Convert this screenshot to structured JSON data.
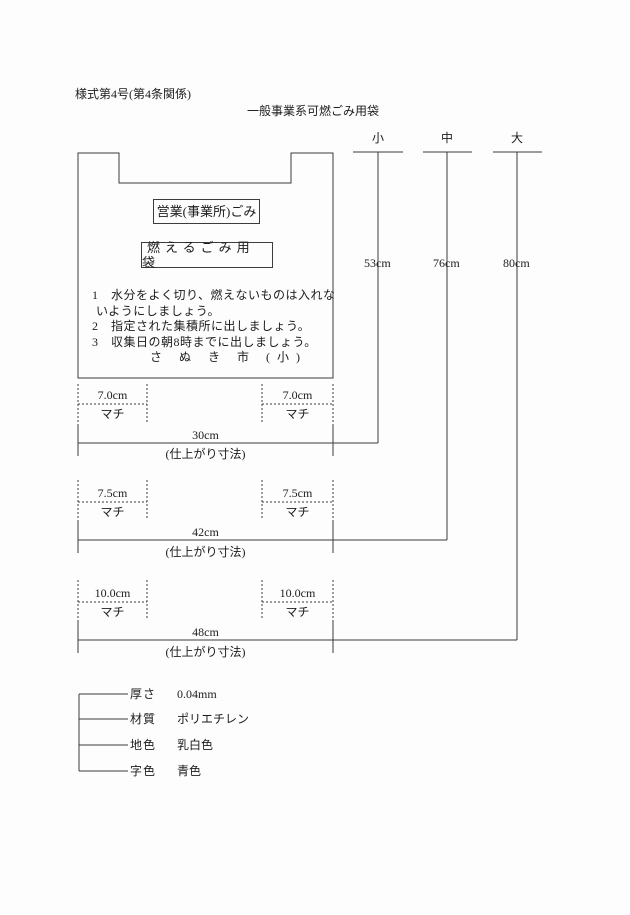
{
  "page": {
    "form_number": "様式第4号(第4条関係)",
    "title": "一般事業系可燃ごみ用袋"
  },
  "bag": {
    "label_box1": "営業(事業所)ごみ",
    "label_box2": "燃えるごみ用袋",
    "instructions": [
      "1　水分をよく切り、燃えないものは入れな",
      "いようにしましょう。",
      "2　指定された集積所に出しましょう。",
      "3　収集日の朝8時までに出しましょう。"
    ],
    "city_label": "さ ぬ き 市 (小)"
  },
  "sizes": [
    {
      "name": "小",
      "height": "53cm"
    },
    {
      "name": "中",
      "height": "76cm"
    },
    {
      "name": "大",
      "height": "80cm"
    }
  ],
  "sections": [
    {
      "gusset": "7.0cm",
      "gusset_label": "マチ",
      "width": "30cm",
      "note": "(仕上がり寸法)"
    },
    {
      "gusset": "7.5cm",
      "gusset_label": "マチ",
      "width": "42cm",
      "note": "(仕上がり寸法)"
    },
    {
      "gusset": "10.0cm",
      "gusset_label": "マチ",
      "width": "48cm",
      "note": "(仕上がり寸法)"
    }
  ],
  "specs": [
    {
      "label": "厚さ",
      "value": "0.04mm"
    },
    {
      "label": "材質",
      "value": "ポリエチレン"
    },
    {
      "label": "地色",
      "value": "乳白色"
    },
    {
      "label": "字色",
      "value": "青色"
    }
  ],
  "colors": {
    "line": "#3c3c3c",
    "text": "#1c1c1c",
    "background": "#fdfdfd"
  }
}
